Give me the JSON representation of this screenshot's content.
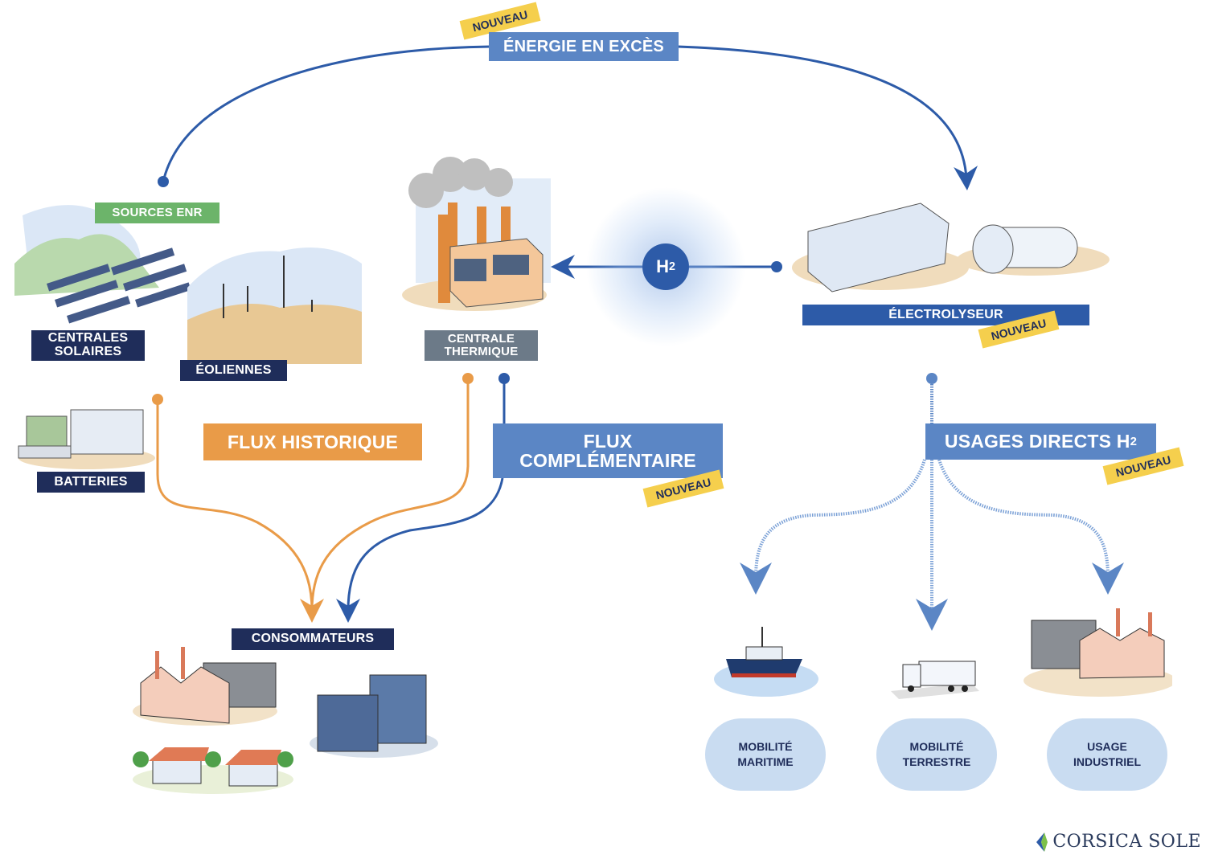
{
  "colors": {
    "navy": "#1f2d5a",
    "blue_dark": "#2d5ba8",
    "blue_mid": "#5b86c5",
    "blue_light": "#c9dcf1",
    "orange": "#e99b48",
    "green": "#6cb46a",
    "grey": "#6c7a88",
    "yellow": "#f5cf4d"
  },
  "top": {
    "energie_label": "ÉNERGIE EN EXCÈS",
    "badge": "NOUVEAU"
  },
  "sources": {
    "header": "SOURCES ENR",
    "solaire": "CENTRALES SOLAIRES",
    "eoliennes": "ÉOLIENNES",
    "batteries": "BATTERIES"
  },
  "thermique": {
    "label": "CENTRALE THERMIQUE"
  },
  "h2_node": {
    "symbol": "H",
    "subscript": "2"
  },
  "electrolyseur": {
    "label": "ÉLECTROLYSEUR",
    "badge": "NOUVEAU"
  },
  "flux_historique": {
    "label": "FLUX HISTORIQUE"
  },
  "flux_complementaire": {
    "line1": "FLUX",
    "line2": "COMPLÉMENTAIRE",
    "badge": "NOUVEAU"
  },
  "usages": {
    "label": "USAGES DIRECTS H",
    "subscript": "2",
    "badge": "NOUVEAU"
  },
  "consommateurs": {
    "label": "CONSOMMATEURS"
  },
  "usage_pills": [
    {
      "line1": "MOBILITÉ",
      "line2": "MARITIME"
    },
    {
      "line1": "MOBILITÉ",
      "line2": "TERRESTRE"
    },
    {
      "line1": "USAGE",
      "line2": "INDUSTRIEL"
    }
  ],
  "logo": {
    "text": "CORSICA SOLE"
  }
}
